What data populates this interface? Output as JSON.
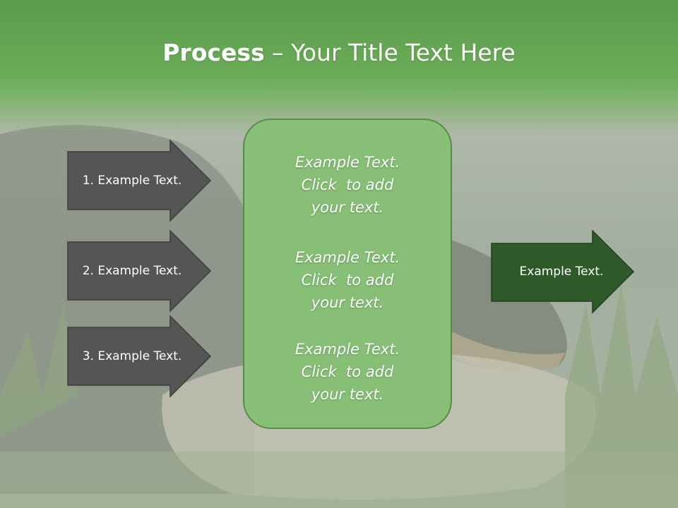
{
  "slide": {
    "title_bold": "Process",
    "title_rest": " – Your Title Text Here",
    "left_arrows": [
      {
        "label": "1. Example Text."
      },
      {
        "label": "2. Example Text."
      },
      {
        "label": "3. Example Text."
      }
    ],
    "center_box": {
      "blocks": [
        {
          "line1": "Example Text.",
          "line2": "Click  to add",
          "line3": "your text."
        },
        {
          "line1": "Example Text.",
          "line2": "Click  to add",
          "line3": "your text."
        },
        {
          "line1": "Example Text.",
          "line2": "Click  to add",
          "line3": "your text."
        }
      ]
    },
    "right_arrow": {
      "label": "Example Text."
    }
  },
  "colors": {
    "title_band": "#6aad58",
    "left_arrow_fill": "#555555",
    "center_box_fill": "#86bf75",
    "right_arrow_fill": "#2e5a2a"
  }
}
